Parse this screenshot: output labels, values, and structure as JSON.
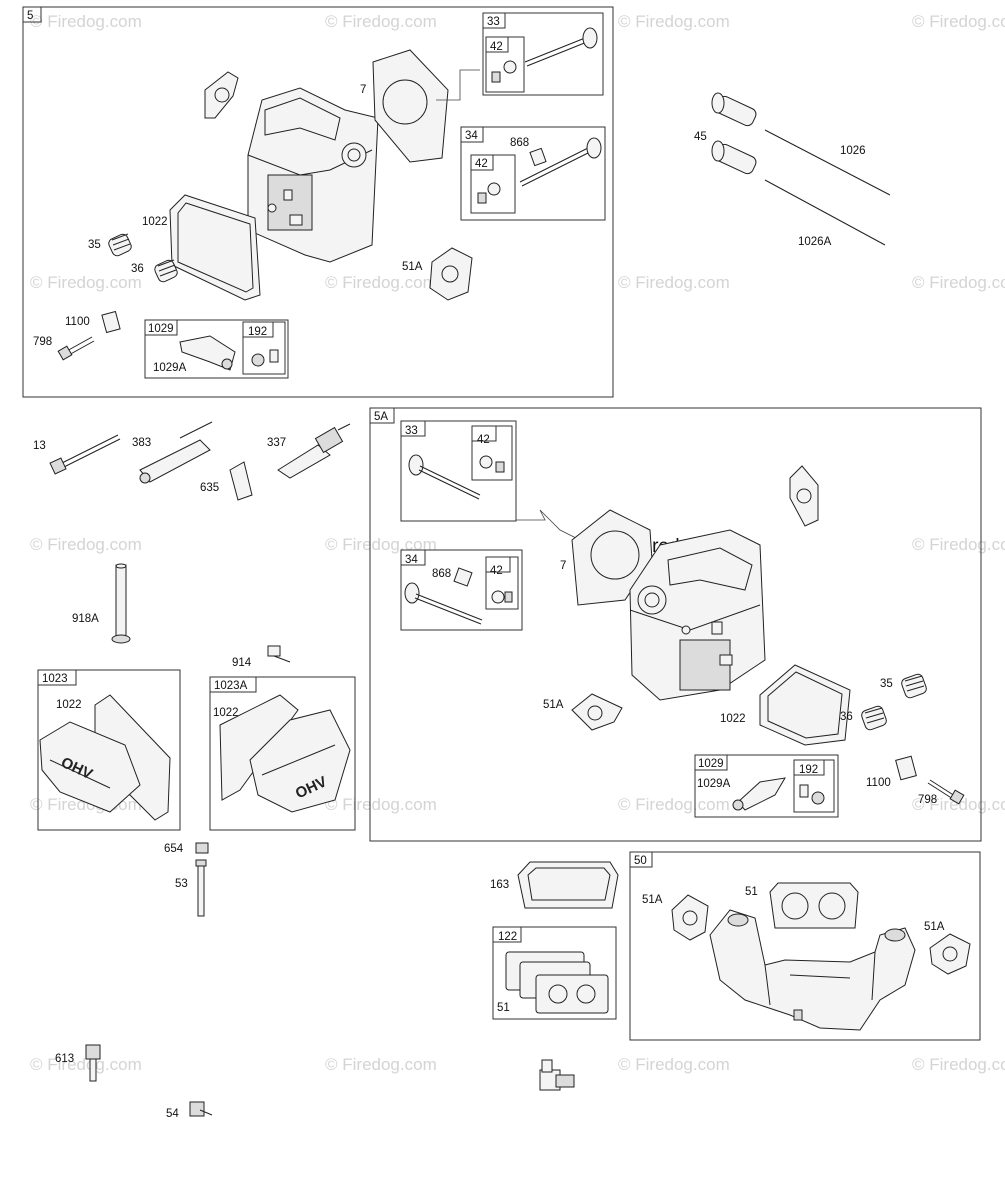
{
  "watermark": {
    "text": "© Firedog.com",
    "main_text": "© Firedog.com",
    "color": "#d4d4d4"
  },
  "groups": {
    "g5": "5",
    "g5a": "5A",
    "g50": "50",
    "g33a": "33",
    "g34a": "34",
    "g42a": "42",
    "g42b": "42",
    "g1029a": "1029",
    "g192a": "192",
    "g33b": "33",
    "g42c": "42",
    "g34b": "34",
    "g42d": "42",
    "g1029b": "1029",
    "g192b": "192",
    "g1023": "1023",
    "g1023a": "1023A",
    "g122": "122"
  },
  "parts": {
    "p7a": "7",
    "p868a": "868",
    "p1022a": "1022",
    "p35a": "35",
    "p36a": "36",
    "p51aa": "51A",
    "p1100a": "1100",
    "p798a": "798",
    "p1029Aa": "1029A",
    "p45": "45",
    "p1026": "1026",
    "p1026a": "1026A",
    "p13": "13",
    "p383": "383",
    "p337": "337",
    "p635": "635",
    "p918a": "918A",
    "p914": "914",
    "p1022c": "1022",
    "p1022d": "1022",
    "p654": "654",
    "p53": "53",
    "p613": "613",
    "p54": "54",
    "p868b": "868",
    "p7b": "7",
    "p51ab": "51A",
    "p1022b": "1022",
    "p35b": "35",
    "p36b": "36",
    "p1029Ab": "1029A",
    "p1100b": "1100",
    "p798b": "798",
    "p163": "163",
    "p51b": "51",
    "p51c": "51",
    "p51ac": "51A",
    "p51ad": "51A"
  },
  "logo": {
    "text": "OHV"
  }
}
